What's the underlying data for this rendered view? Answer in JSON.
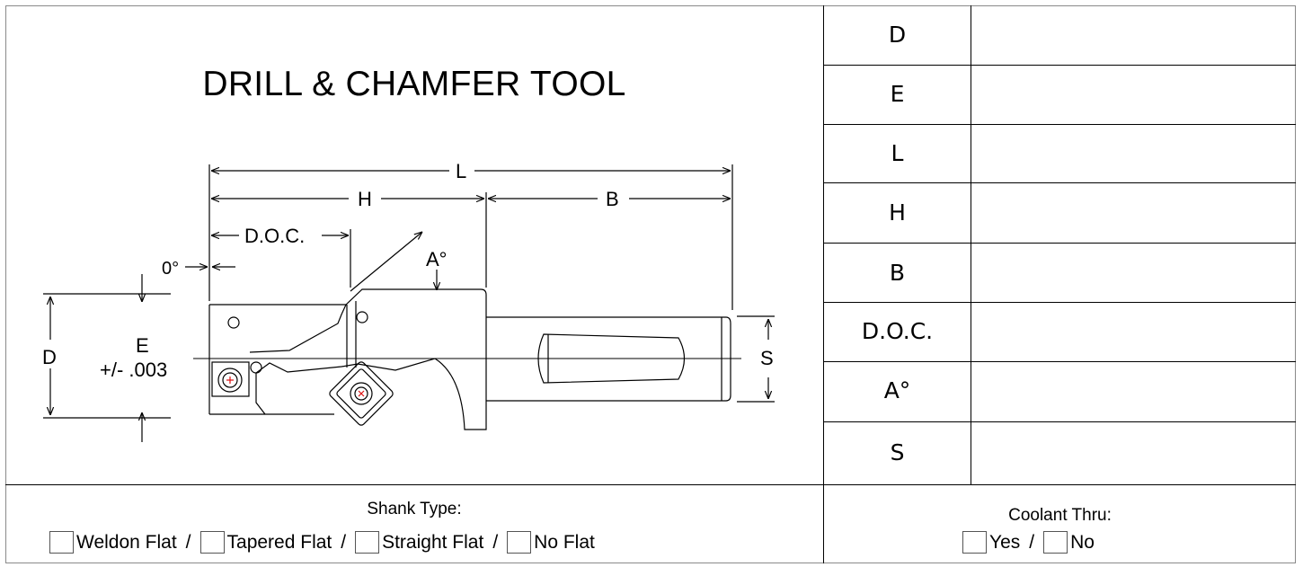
{
  "title": "DRILL & CHAMFER TOOL",
  "specs": [
    {
      "label": "D",
      "value": ""
    },
    {
      "label": "E",
      "value": ""
    },
    {
      "label": "L",
      "value": ""
    },
    {
      "label": "H",
      "value": ""
    },
    {
      "label": "B",
      "value": ""
    },
    {
      "label": "D.O.C.",
      "value": ""
    },
    {
      "label": "A°",
      "value": ""
    },
    {
      "label": "S",
      "value": ""
    }
  ],
  "drawing": {
    "dim_L": "L",
    "dim_H": "H",
    "dim_B": "B",
    "dim_doc": "D.O.C.",
    "dim_zero": "0°",
    "dim_angle": "A°",
    "dim_D": "D",
    "dim_E": "E",
    "dim_tolerance": "+/- .003",
    "dim_S": "S"
  },
  "shank_type": {
    "heading": "Shank Type:",
    "separator": "/",
    "options": [
      "Weldon Flat",
      "Tapered Flat",
      "Straight Flat",
      "No Flat"
    ]
  },
  "coolant_thru": {
    "heading": "Coolant Thru:",
    "separator": "/",
    "options": [
      "Yes",
      "No"
    ]
  }
}
